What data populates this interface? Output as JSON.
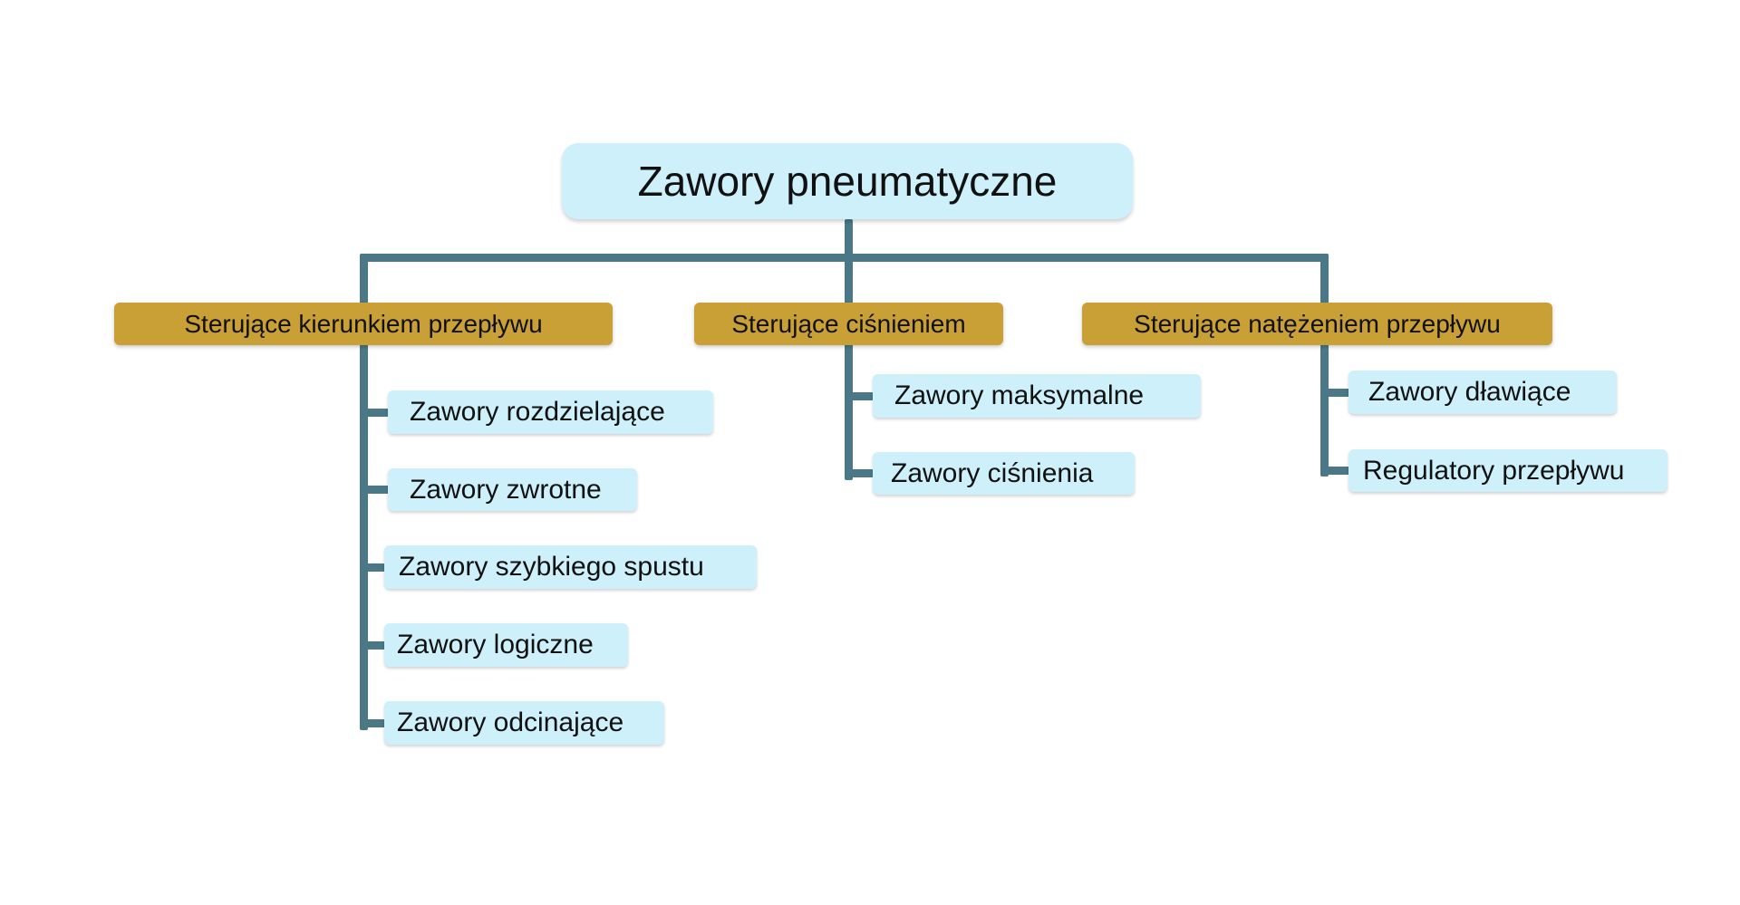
{
  "diagram": {
    "type": "tree",
    "root": {
      "label": "Zawory pneumatyczne"
    },
    "categories": [
      {
        "label": "Sterujące kierunkiem przepływu",
        "children": [
          {
            "label": "Zawory rozdzielające"
          },
          {
            "label": "Zawory zwrotne"
          },
          {
            "label": "Zawory szybkiego spustu"
          },
          {
            "label": "Zawory logiczne"
          },
          {
            "label": "Zawory odcinające"
          }
        ]
      },
      {
        "label": "Sterujące ciśnieniem",
        "children": [
          {
            "label": "Zawory maksymalne"
          },
          {
            "label": "Zawory ciśnienia"
          }
        ]
      },
      {
        "label": "Sterujące natężeniem przepływu",
        "children": [
          {
            "label": "Zawory dławiące"
          },
          {
            "label": "Regulatory przepływu"
          }
        ]
      }
    ],
    "colors": {
      "root_fill": "#cdf0fb",
      "category_fill": "#c9a036",
      "leaf_fill": "#cdf0fb",
      "connector": "#4a7887",
      "text": "#111111"
    }
  }
}
